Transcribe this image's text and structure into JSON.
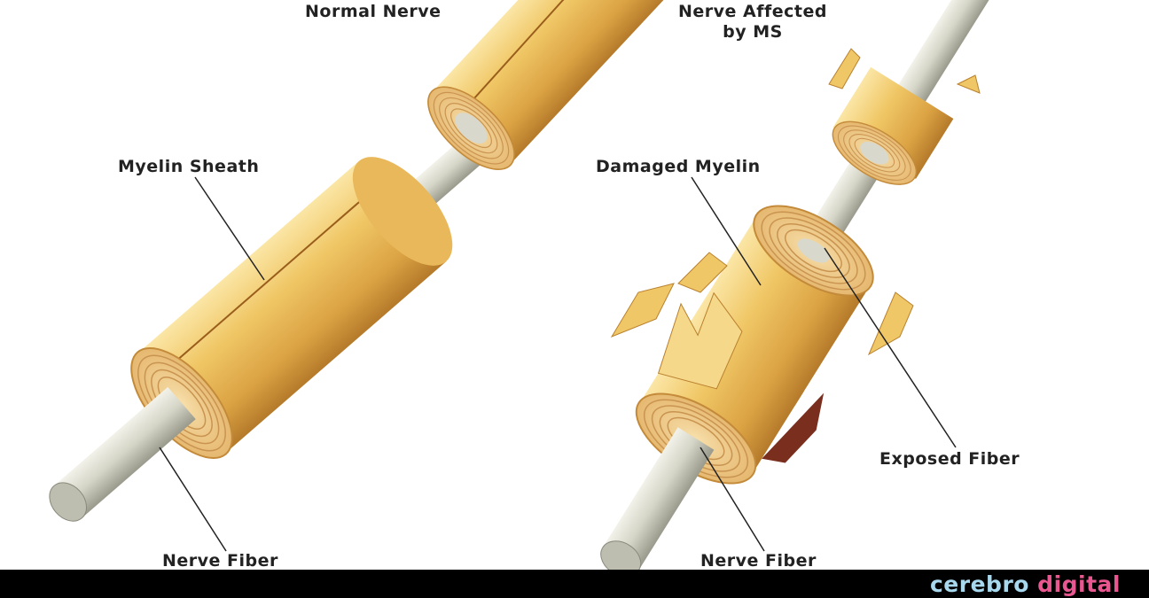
{
  "left_title": "Normal Nerve",
  "right_title_line1": "Nerve Affected",
  "right_title_line2": "by MS",
  "labels": {
    "myelin_sheath": "Myelin Sheath",
    "nerve_fiber_left": "Nerve Fiber",
    "damaged_myelin": "Damaged Myelin",
    "exposed_fiber": "Exposed Fiber",
    "nerve_fiber_right": "Nerve Fiber"
  },
  "logo": {
    "part1": "cerebro",
    "part2": "digital"
  },
  "colors": {
    "myelin": "#e8b850",
    "fiber": "#d8d8cc",
    "bar": "#000000",
    "logo_blue": "#a8d8ee",
    "logo_pink": "#e8578f"
  }
}
